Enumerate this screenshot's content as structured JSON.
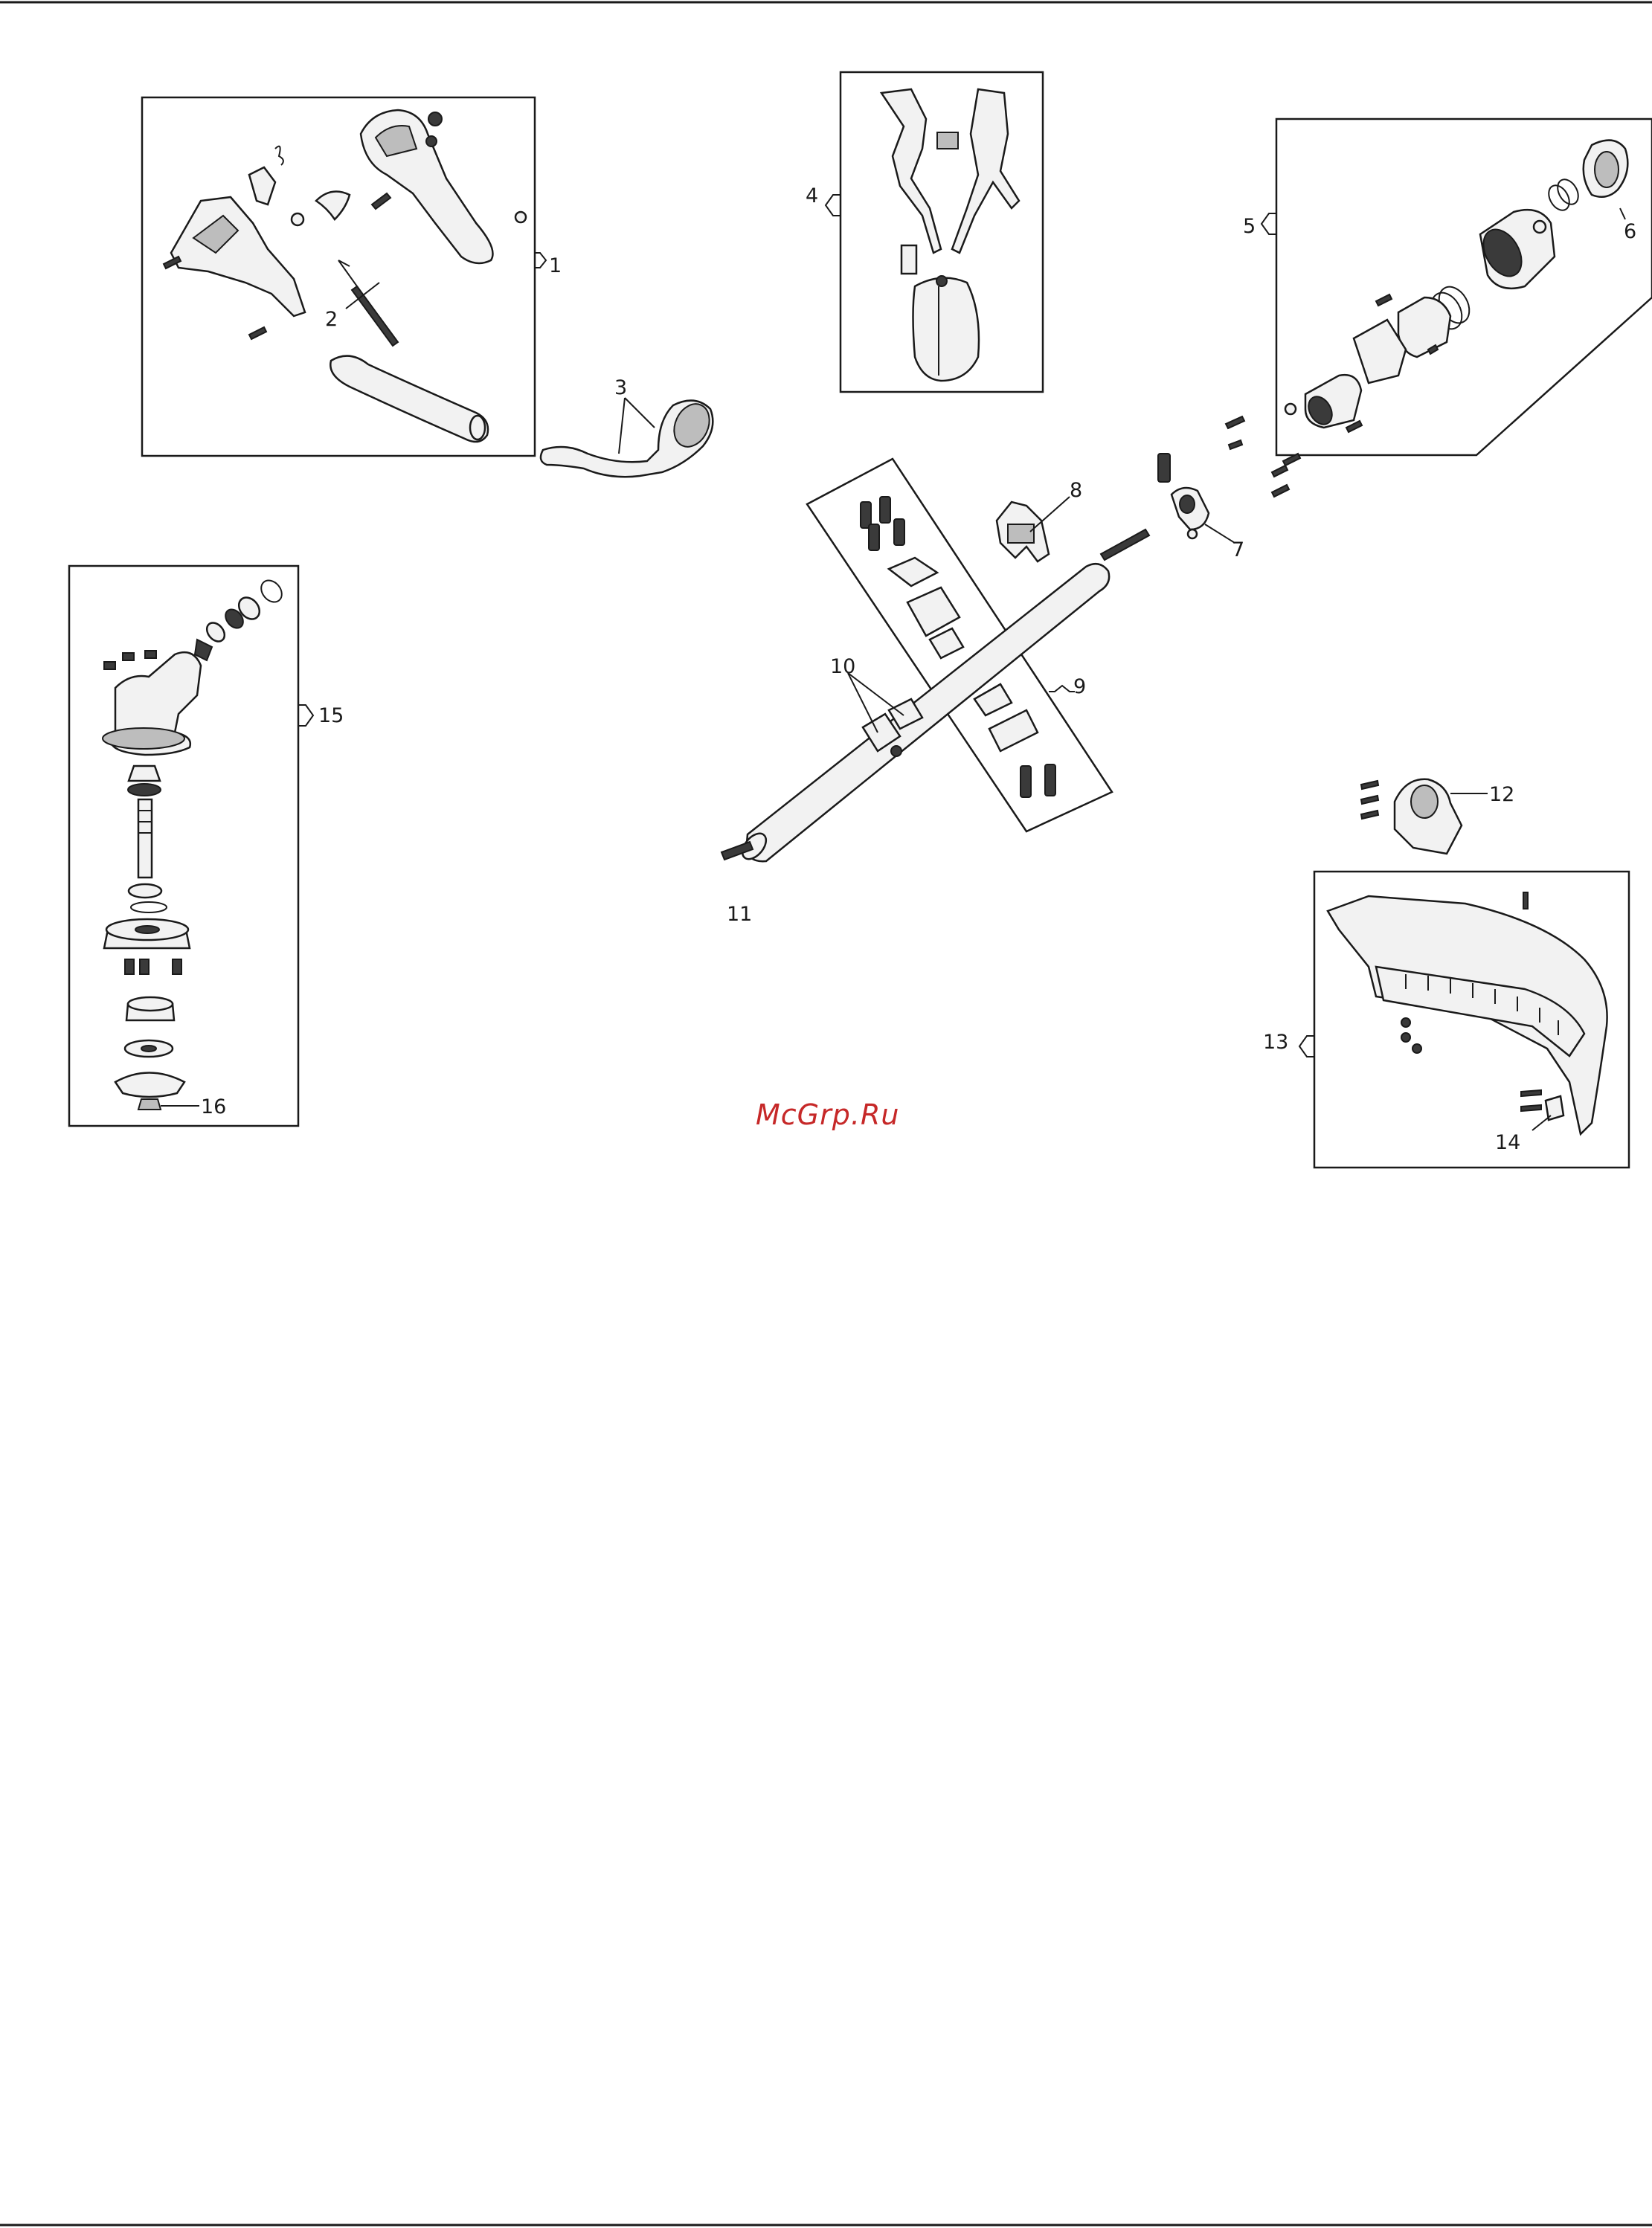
{
  "watermark": "McGrp.Ru",
  "callouts": {
    "c1": "1",
    "c2": "2",
    "c3": "3",
    "c4": "4",
    "c5": "5",
    "c6": "6",
    "c7": "7",
    "c8": "8",
    "c9": "9",
    "c10": "10",
    "c11": "11",
    "c12": "12",
    "c13": "13",
    "c14": "14",
    "c15": "15",
    "c16": "16"
  },
  "icons": {
    "handle-assembly": "handle-icon",
    "harness": "harness-icon",
    "clutch-housing": "clutch-icon",
    "drive-shaft": "shaft-icon",
    "gearbox": "gearbox-icon",
    "guard": "guard-icon"
  },
  "colors": {
    "line": "#1a1a1a",
    "watermark": "#c62828",
    "fill": "#f2f2f2"
  }
}
